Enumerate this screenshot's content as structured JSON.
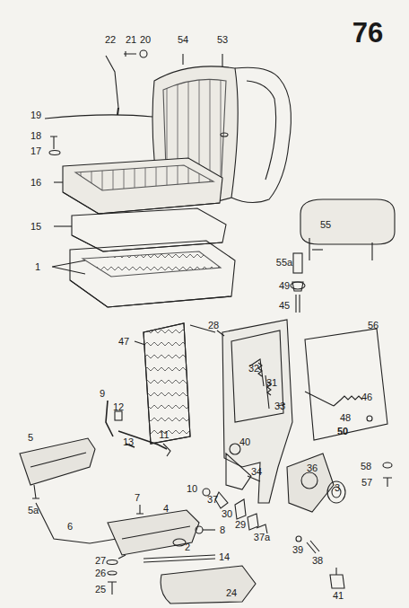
{
  "diagram": {
    "labels": [
      "76",
      "22",
      "21",
      "20",
      "54",
      "53",
      "19",
      "18",
      "17",
      "16",
      "15",
      "1",
      "55",
      "55a",
      "49",
      "45",
      "28",
      "47",
      "56",
      "32",
      "31",
      "46",
      "9",
      "12",
      "33",
      "48",
      "5",
      "13",
      "11",
      "40",
      "50",
      "58",
      "57",
      "10",
      "34",
      "36",
      "3",
      "37",
      "30",
      "29",
      "37a",
      "5a",
      "6",
      "7",
      "4",
      "8",
      "2",
      "39",
      "38",
      "41",
      "27",
      "26",
      "14",
      "25",
      "24"
    ]
  }
}
